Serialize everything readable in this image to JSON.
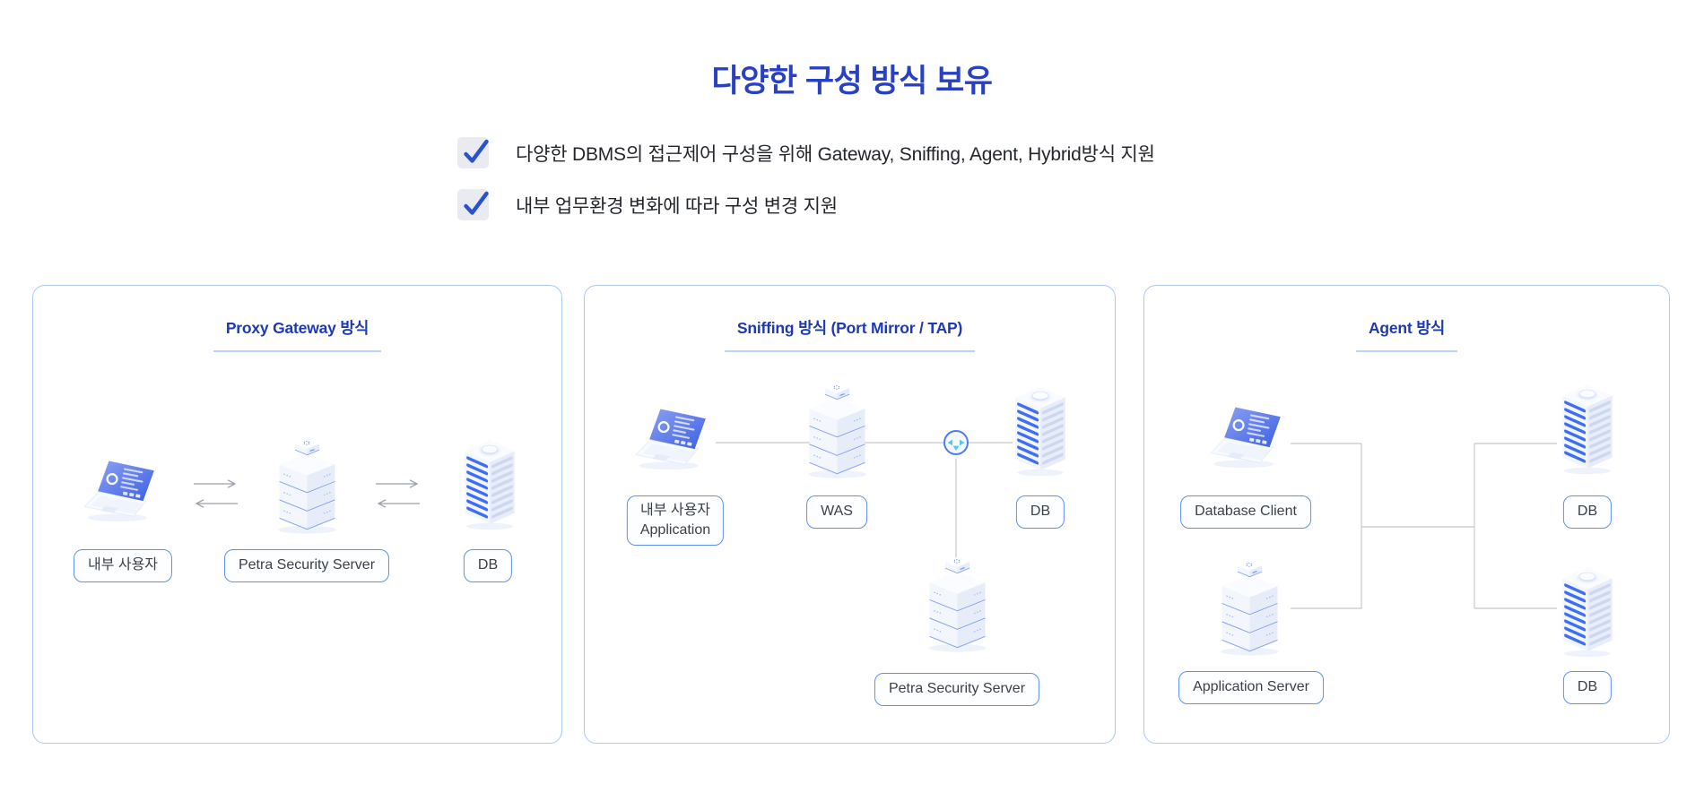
{
  "header": {
    "title": "다양한 구성 방식 보유",
    "bullets": [
      "다양한 DBMS의 접근제어 구성을 위해 Gateway, Sniffing, Agent, Hybrid방식 지원",
      "내부 업무환경 변화에 따라 구성 변경 지원"
    ]
  },
  "cards": [
    {
      "title": "Proxy Gateway 방식",
      "nodes": {
        "client": "내부 사용자",
        "security_server": "Petra Security Server",
        "db": "DB"
      }
    },
    {
      "title": "Sniffing 방식 (Port Mirror / TAP)",
      "nodes": {
        "client_line1": "내부 사용자",
        "client_line2": "Application",
        "was": "WAS",
        "db": "DB",
        "security_server": "Petra Security Server"
      }
    },
    {
      "title": "Agent 방식",
      "nodes": {
        "client": "Database Client",
        "app_server": "Application Server",
        "db_top": "DB",
        "db_bottom": "DB"
      }
    }
  ],
  "icons": {
    "bullet": "checkmark-icon",
    "client": "laptop-icon",
    "server": "server-stack-icon",
    "database": "database-tower-icon",
    "tap": "tap-node-icon",
    "flow_right": "arrow-right-icon",
    "flow_left": "arrow-left-icon"
  },
  "colors": {
    "title_blue": "#2840c4",
    "card_title_blue": "#1d3ab4",
    "card_border": "#aac9f1",
    "title_underline": "#b9d4f8",
    "label_border": "#5f8ff6",
    "connector_gray": "#cdd0d3",
    "check_blue": "#2a52cc",
    "checkbox_bg": "#e9ebf1",
    "db_stripe_blue": "#3f6ef3",
    "tap_cyan": "#52cbe8",
    "body_text": "#23262b"
  }
}
